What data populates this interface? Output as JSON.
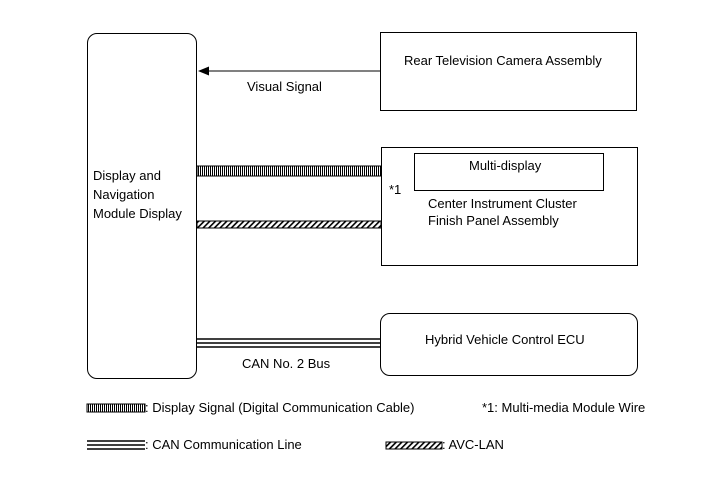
{
  "blocks": {
    "display_module": "Display and\nNavigation\nModule Display",
    "rear_camera": "Rear Television Camera Assembly",
    "multi_display": "Multi-display",
    "center_cluster": "Center Instrument Cluster\nFinish Panel Assembly",
    "hybrid_ecu": "Hybrid Vehicle Control ECU"
  },
  "connections": {
    "visual_signal": "Visual Signal",
    "can_bus": "CAN No. 2 Bus",
    "marker": "*1"
  },
  "legend": {
    "display_signal": ": Display Signal (Digital Communication Cable)",
    "multimedia_wire": "*1: Multi-media Module Wire",
    "can_line": ": CAN Communication Line",
    "avc_lan": ": AVC-LAN"
  }
}
